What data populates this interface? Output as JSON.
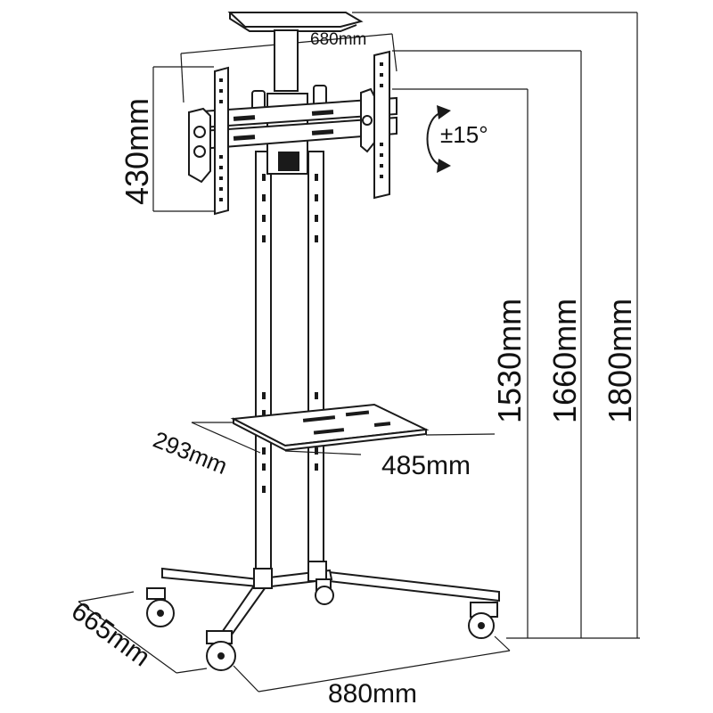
{
  "dimensions": {
    "top_width": "680mm",
    "mount_height": "430mm",
    "tilt": "±15°",
    "height_low": "1530mm",
    "height_mid": "1660mm",
    "height_total": "1800mm",
    "shelf_depth": "293mm",
    "shelf_width": "485mm",
    "base_depth": "665mm",
    "base_width": "880mm"
  },
  "colors": {
    "line": "#1a1a1a",
    "background": "#ffffff"
  },
  "icons": {
    "tilt": "rotate-arrow-icon"
  }
}
